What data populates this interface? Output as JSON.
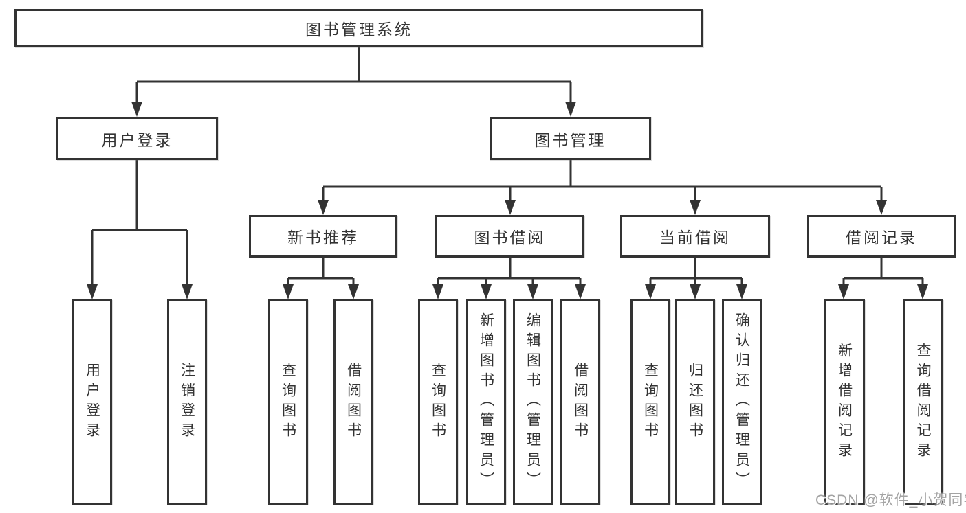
{
  "diagram": {
    "root": {
      "label": "图书管理系统"
    },
    "level1": [
      {
        "label": "用户登录"
      },
      {
        "label": "图书管理"
      }
    ],
    "level2": [
      {
        "label": "新书推荐"
      },
      {
        "label": "图书借阅"
      },
      {
        "label": "当前借阅"
      },
      {
        "label": "借阅记录"
      }
    ],
    "leaves": {
      "user_login": [
        "用户登录",
        "注销登录"
      ],
      "new_books": [
        "查询图书",
        "借阅图书"
      ],
      "book_borrow": [
        "查询图书",
        "新增图书（管理员）",
        "编辑图书（管理员）",
        "借阅图书"
      ],
      "current_borrow": [
        "查询图书",
        "归还图书",
        "确认归还（管理员）"
      ],
      "borrow_records": [
        "新增借阅记录",
        "查询借阅记录"
      ]
    }
  },
  "watermark": "CSDN @软件_小贺同学",
  "colors": {
    "line": "#333333",
    "box_border": "#333333",
    "box_fill": "#ffffff",
    "watermark": "#a3a3a3",
    "background": "#ffffff"
  }
}
